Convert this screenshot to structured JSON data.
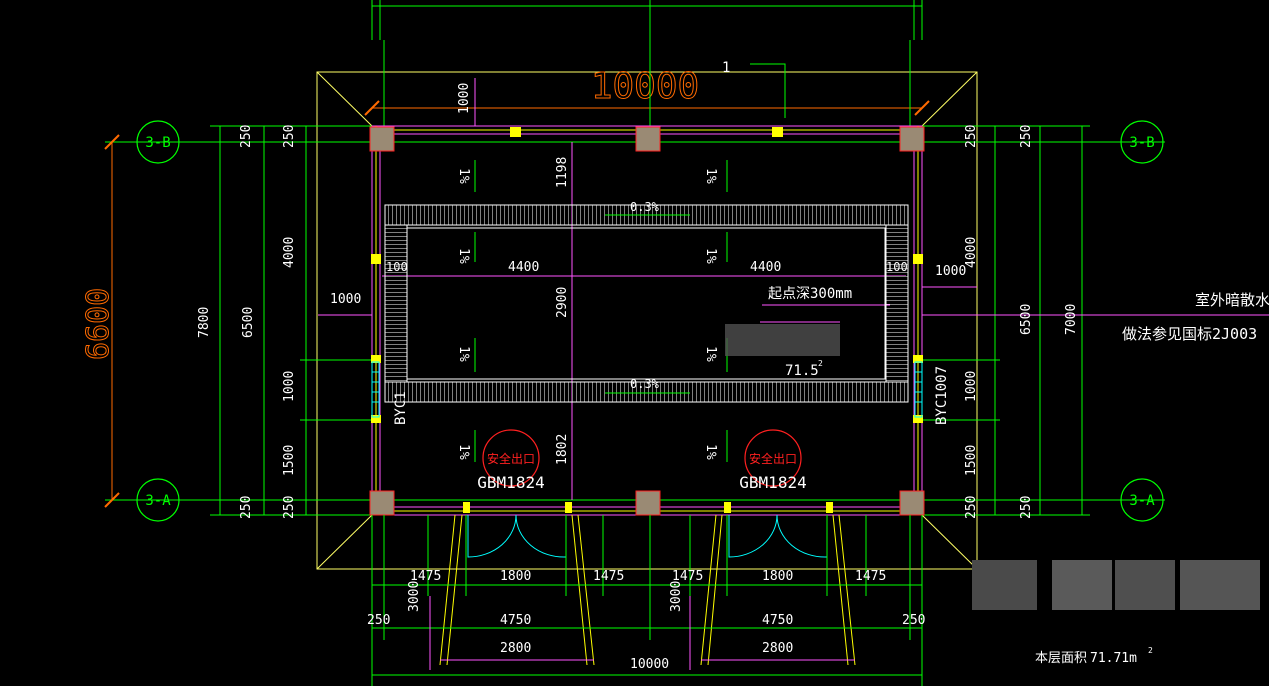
{
  "drawing": {
    "title_dim": "10000",
    "left_overall_dim": "6600",
    "section_mark": "1",
    "grid_axes": {
      "top": "3-B",
      "bottom": "3-A"
    },
    "left_dims": [
      "250",
      "4000",
      "1000",
      "1500",
      "250",
      "7800",
      "6500",
      "1000"
    ],
    "right_dims": [
      "250",
      "4000",
      "1000",
      "1500",
      "250",
      "1000",
      "6500",
      "7000"
    ],
    "inner_dims": {
      "top_offset": "1000",
      "upper": "1198",
      "middle": "2900",
      "lower": "1802",
      "span_left": "4400",
      "span_right": "4400",
      "edge_left": "100",
      "edge_right": "100"
    },
    "slopes": [
      "1%",
      "1%",
      "1%",
      "1%",
      "1%",
      "1%",
      "1%",
      "1%",
      "0.3%",
      "0.3%"
    ],
    "start_depth_label": "起点深300mm",
    "room_value": "71.5",
    "superscript_2": "2",
    "windows": [
      "BYC1",
      "BYC1007"
    ],
    "doors": [
      "GBM1824",
      "GBM1824"
    ],
    "exit_sign": "安全出口",
    "bottom_dims": {
      "row1": [
        "1475",
        "1800",
        "1475",
        "1475",
        "1800",
        "1475"
      ],
      "ramp": [
        "3000",
        "3000"
      ],
      "row2": [
        "250",
        "4750",
        "4750",
        "250"
      ],
      "row3": [
        "2800",
        "2800"
      ],
      "total": "10000"
    },
    "notes": [
      "室外暗散水",
      "做法参见国标2J003"
    ],
    "area_label": "本层面积",
    "area_value": "71.71m"
  },
  "colors": {
    "background": "#000000",
    "magenta": "#ff55ff",
    "green": "#00ff00",
    "yellow": "#ffff00",
    "orange": "#ff6a00",
    "cyan": "#00ffff",
    "red": "#ff2020",
    "white": "#ffffff"
  }
}
